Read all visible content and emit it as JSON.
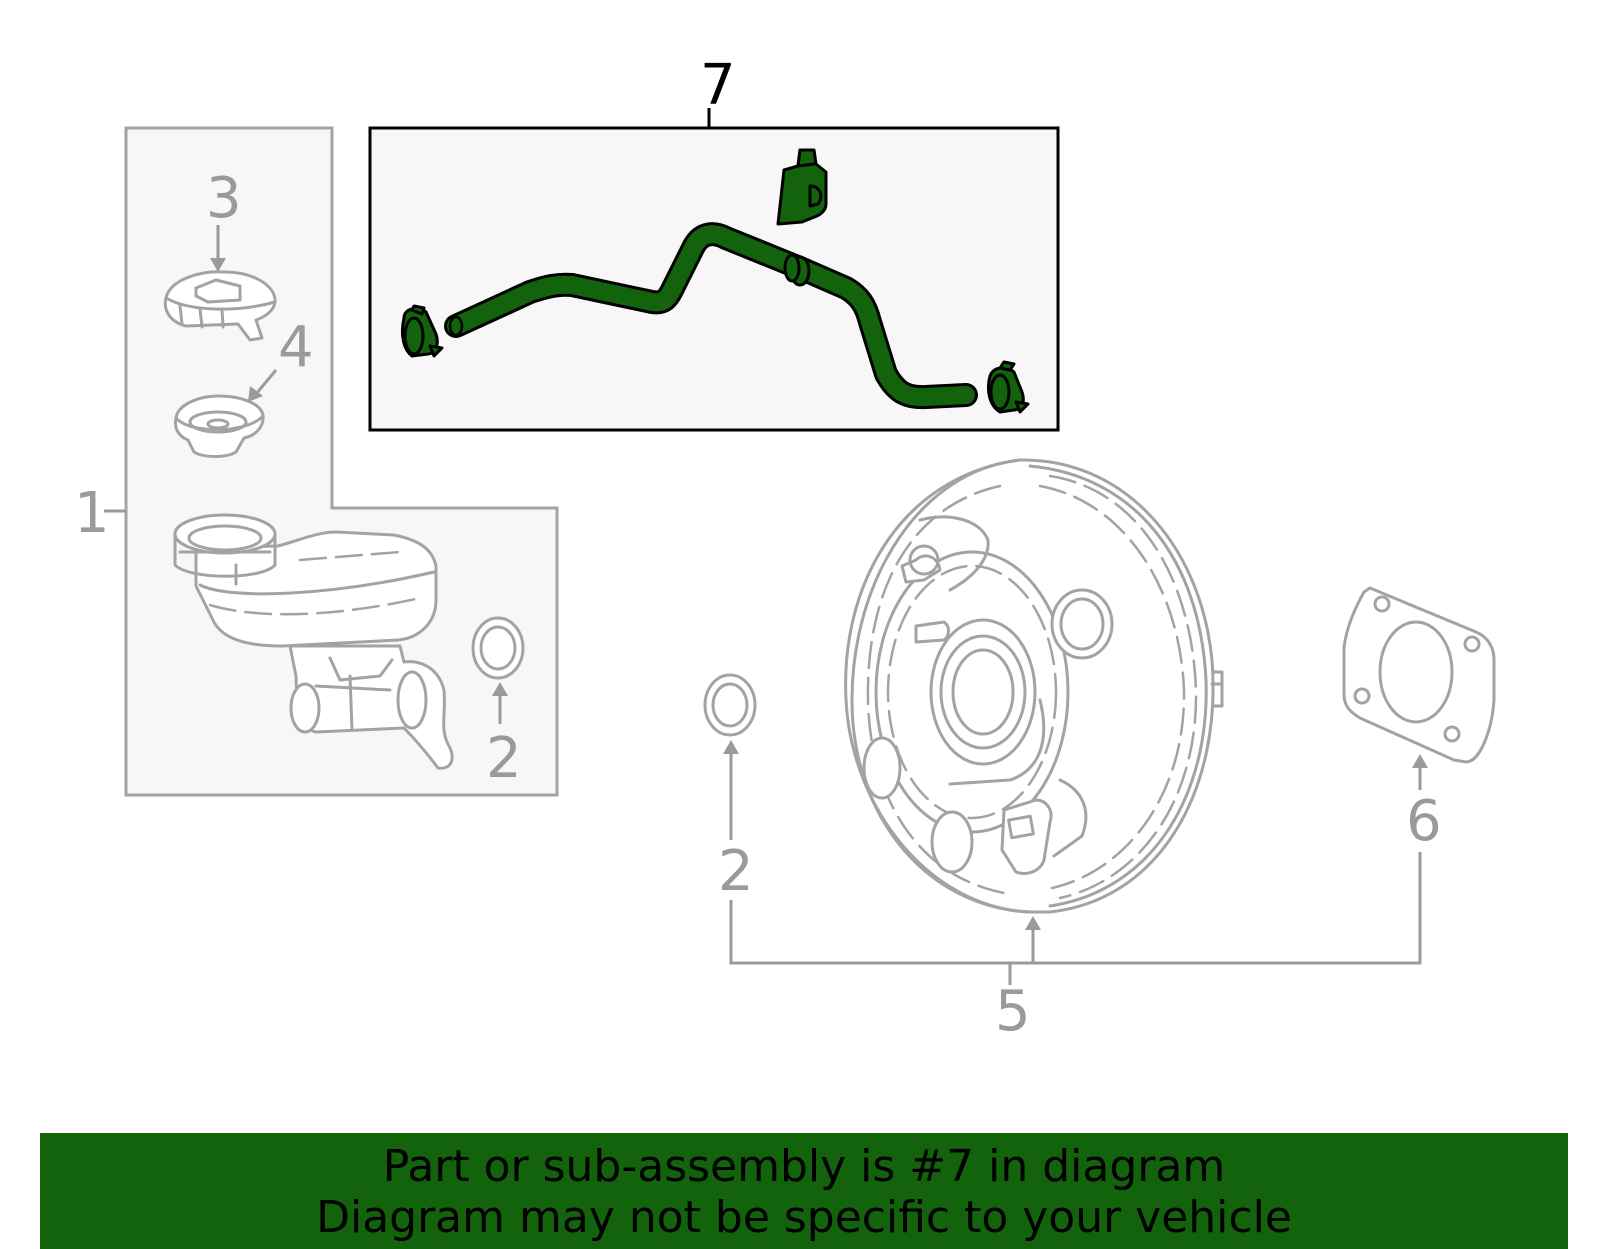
{
  "callouts": {
    "c1": "1",
    "c2a": "2",
    "c2b": "2",
    "c3": "3",
    "c4": "4",
    "c5": "5",
    "c6": "6",
    "c7": "7"
  },
  "banner": {
    "line1": "Part or sub-assembly is #7 in diagram",
    "line2": "Diagram may not be specific to your vehicle"
  },
  "colors": {
    "highlight": "#12630c",
    "outline": "#a3a3a3",
    "callout": "#9a9a9a",
    "panel": "#f7f7f7"
  },
  "icons": [
    "vacuum-hose",
    "hose-clamp",
    "reservoir-cap",
    "strainer",
    "master-cylinder",
    "o-ring",
    "brake-booster",
    "gasket"
  ]
}
